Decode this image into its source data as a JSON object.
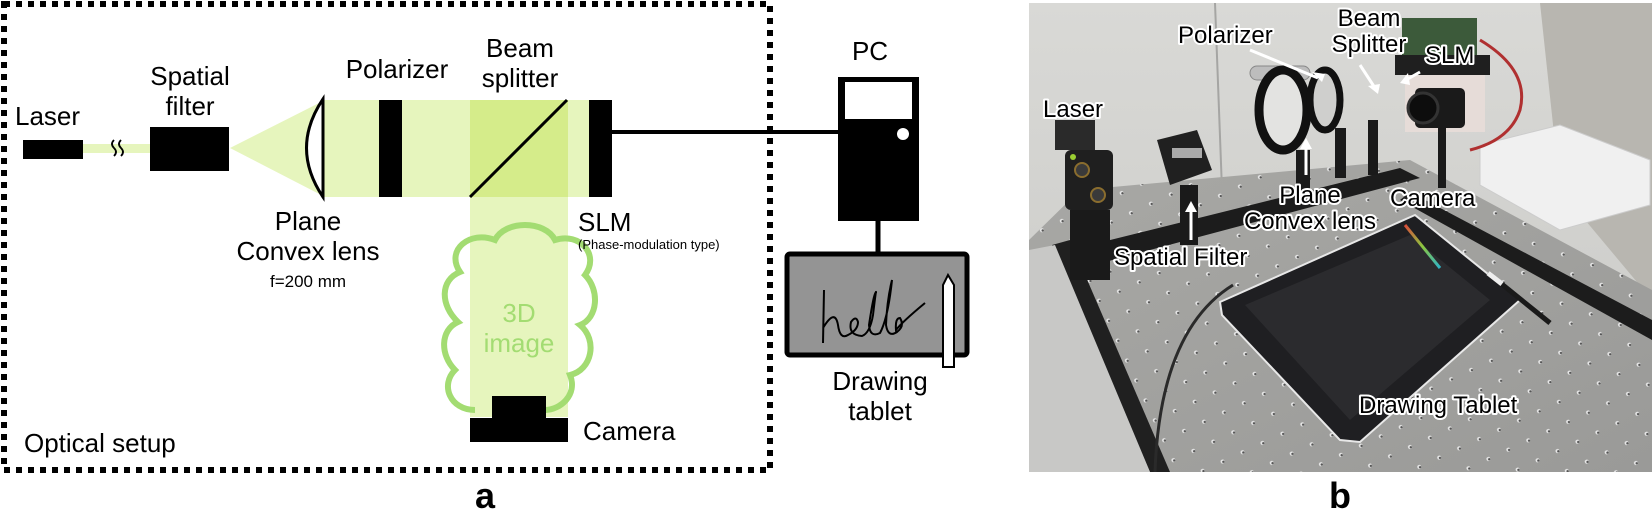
{
  "panel_a": {
    "letter": "a",
    "frame_label": "Optical setup",
    "labels": {
      "laser": "Laser",
      "spatial_filter_1": "Spatial",
      "spatial_filter_2": "filter",
      "polarizer": "Polarizer",
      "beam_splitter_1": "Beam",
      "beam_splitter_2": "splitter",
      "lens_1": "Plane",
      "lens_2": "Convex lens",
      "lens_focal": "f=200 mm",
      "slm": "SLM",
      "slm_type": "(Phase-modulation type)",
      "image_1": "3D",
      "image_2": "image",
      "camera": "Camera",
      "pc": "PC",
      "tablet_1": "Drawing",
      "tablet_2": "tablet",
      "handwriting": "hello"
    },
    "colors": {
      "beam_light": "#e6f5bd",
      "beam_dark": "#d5ec8a",
      "image_outline": "#a3dc72",
      "tablet_fill": "#949494"
    }
  },
  "panel_b": {
    "letter": "b",
    "labels": {
      "laser": "Laser",
      "spatial_filter": "Spatial Filter",
      "polarizer": "Polarizer",
      "lens_1": "Plane",
      "lens_2": "Convex lens",
      "beam_splitter_1": "Beam",
      "beam_splitter_2": "Splitter",
      "slm": "SLM",
      "camera": "Camera",
      "drawing_tablet": "Drawing Tablet"
    }
  }
}
